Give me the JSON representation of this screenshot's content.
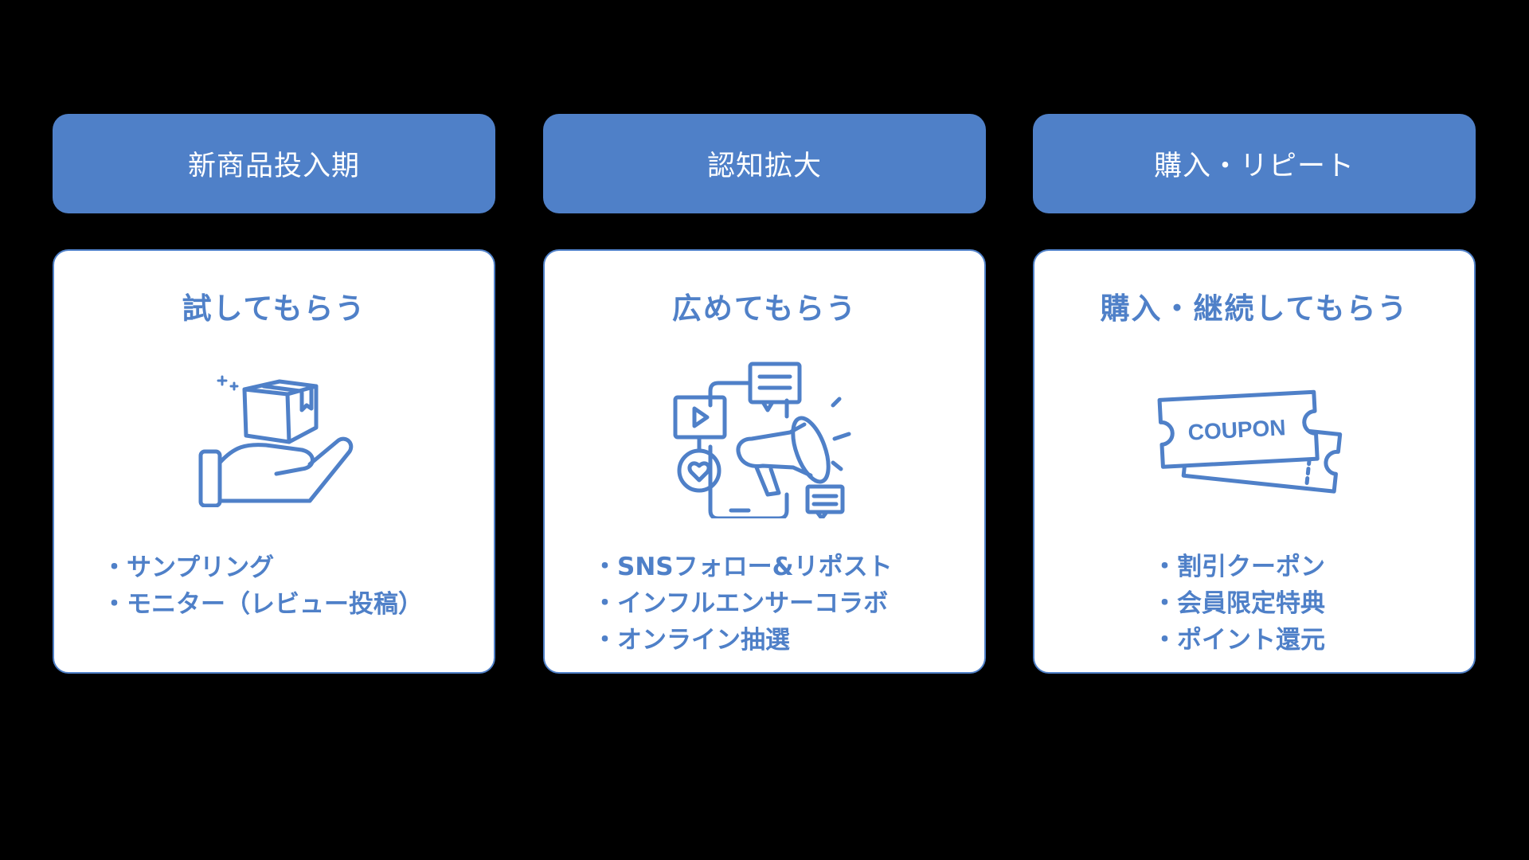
{
  "colors": {
    "accent": "#4F80C8",
    "background": "#000000",
    "card_bg": "#FFFFFF"
  },
  "columns": [
    {
      "phase": "新商品投入期",
      "goal": "試してもらう",
      "icon": "hand-holding-box-icon",
      "items": [
        "・サンプリング",
        "・モニター（レビュー投稿）"
      ]
    },
    {
      "phase": "認知拡大",
      "goal": "広めてもらう",
      "icon": "social-media-megaphone-icon",
      "items": [
        "・SNSフォロー&リポスト",
        "・インフルエンサーコラボ",
        "・オンライン抽選"
      ]
    },
    {
      "phase": "購入・リピート",
      "goal": "購入・継続してもらう",
      "icon": "coupon-tickets-icon",
      "icon_text": "COUPON",
      "items": [
        "・割引クーポン",
        "・会員限定特典",
        "・ポイント還元"
      ]
    }
  ]
}
